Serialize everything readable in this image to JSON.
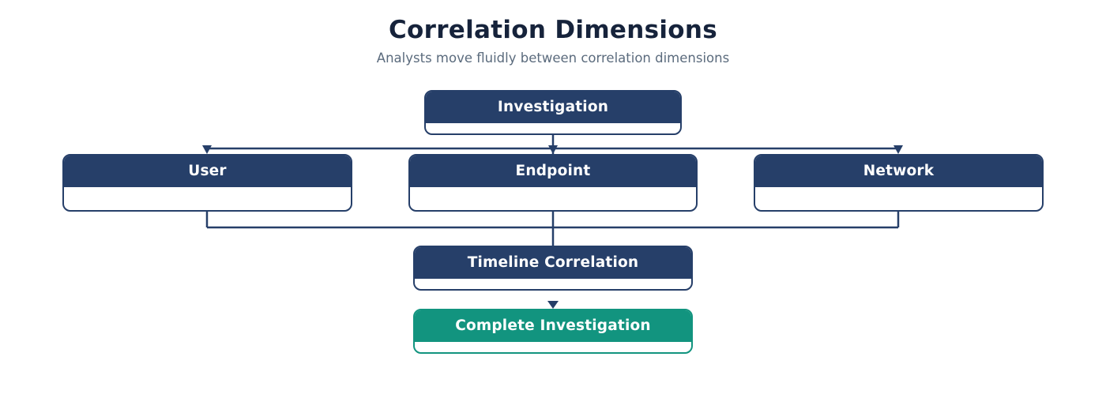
{
  "diagram": {
    "title": "Correlation Dimensions",
    "subtitle": "Analysts move fluidly between correlation dimensions",
    "nodes": {
      "investigation": "Investigation",
      "user": "User",
      "endpoint": "Endpoint",
      "network": "Network",
      "timeline": "Timeline Correlation",
      "complete": "Complete Investigation"
    },
    "edges": [
      {
        "from": "Investigation",
        "to": "User"
      },
      {
        "from": "Investigation",
        "to": "Endpoint"
      },
      {
        "from": "Investigation",
        "to": "Network"
      },
      {
        "from": "User",
        "to": "Timeline Correlation"
      },
      {
        "from": "Endpoint",
        "to": "Timeline Correlation"
      },
      {
        "from": "Network",
        "to": "Timeline Correlation"
      },
      {
        "from": "Timeline Correlation",
        "to": "Complete Investigation"
      }
    ],
    "colors": {
      "node_primary": "#263f69",
      "node_final": "#12947f",
      "connector": "#263f69",
      "title": "#16233b",
      "subtitle": "#5b6b7d"
    }
  }
}
